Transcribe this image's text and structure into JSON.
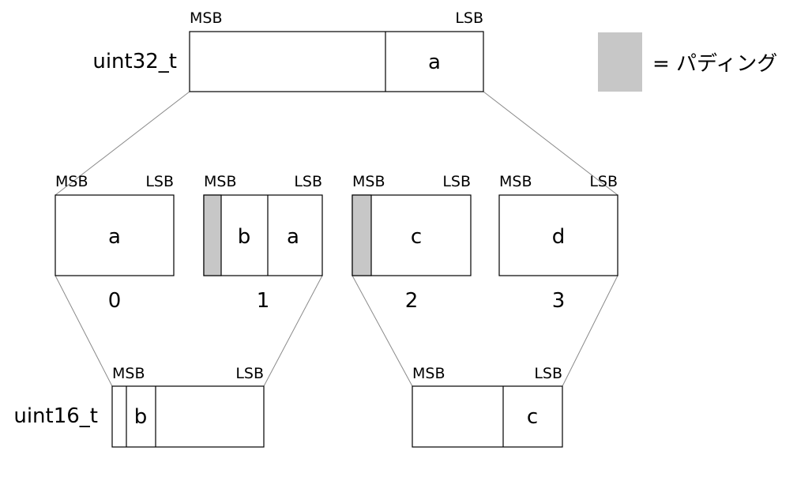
{
  "colors": {
    "padding": "#c7c7c7",
    "line": "#000000",
    "connector": "#8a8a8a"
  },
  "legend": {
    "label": "= パディング"
  },
  "uint32": {
    "type_label": "uint32_t",
    "msb": "MSB",
    "lsb": "LSB",
    "cells": [
      "",
      "a"
    ]
  },
  "bytes": [
    {
      "msb": "MSB",
      "lsb": "LSB",
      "index": "0",
      "cells": [
        "a"
      ],
      "padding": false
    },
    {
      "msb": "MSB",
      "lsb": "LSB",
      "index": "1",
      "cells": [
        "b",
        "a"
      ],
      "padding": true
    },
    {
      "msb": "MSB",
      "lsb": "LSB",
      "index": "2",
      "cells": [
        "c"
      ],
      "padding": true
    },
    {
      "msb": "MSB",
      "lsb": "LSB",
      "index": "3",
      "cells": [
        "d"
      ],
      "padding": false
    }
  ],
  "uint16_left": {
    "type_label": "uint16_t",
    "msb": "MSB",
    "lsb": "LSB",
    "cells": [
      "",
      "b",
      ""
    ]
  },
  "uint16_right": {
    "msb": "MSB",
    "lsb": "LSB",
    "cells": [
      "",
      "c"
    ]
  }
}
